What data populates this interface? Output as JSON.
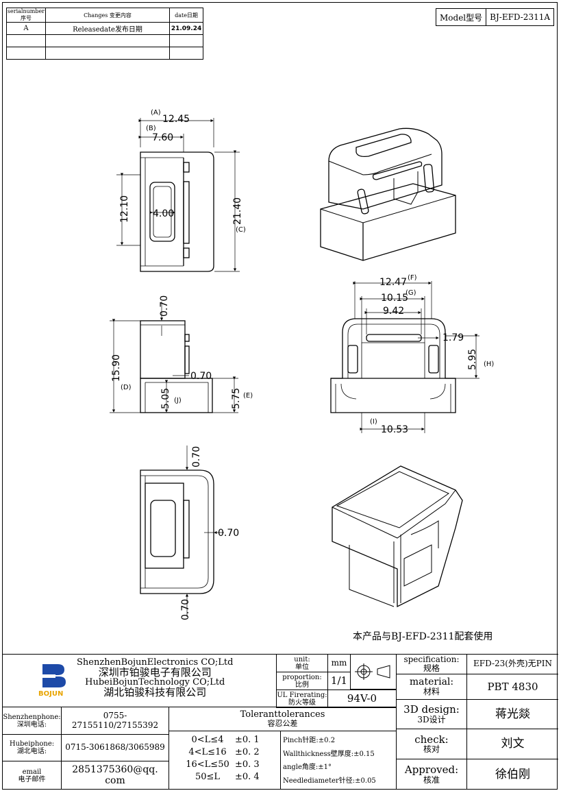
{
  "revision": {
    "headers": [
      "serialnumber序号",
      "Changes 变更内容",
      "date日期"
    ],
    "rows": [
      [
        "A",
        "Releasedate发布日期",
        "21.09.24"
      ],
      [
        "",
        "",
        ""
      ],
      [
        "",
        "",
        ""
      ]
    ]
  },
  "model": {
    "label": "Model型号",
    "value": "BJ-EFD-2311A"
  },
  "dims": {
    "a": "12.45",
    "a_tag": "(A)",
    "b": "7.60",
    "b_tag": "(B)",
    "h": "12.10",
    "w": "4.00",
    "c": "21.40",
    "c_tag": "(C)",
    "s1": "0.70",
    "d": "15.90",
    "d_tag": "(D)",
    "s2": "0.70",
    "j": "5.05",
    "j_tag": "(J)",
    "e": "5.75",
    "e_tag": "(E)",
    "f": "12.47",
    "f_tag": "(F)",
    "g": "10.15",
    "g_tag": "(G)",
    "k": "9.42",
    "m": "1.79",
    "hh": "5.95",
    "hh_tag": "(H)",
    "i": "10.53",
    "i_tag": "(I)",
    "t1": "0.70",
    "t2": "0.70",
    "t3": "0.70"
  },
  "note": "本产品与BJ-EFD-2311配套使用",
  "title_block": {
    "logo_text": "BOJUN",
    "company": [
      "ShenzhenBojunElectronics CO;Ltd",
      "深圳市铂骏电子有限公司",
      "HubeiBojunTechnology CO;Ltd",
      "湖北铂骏科技有限公司"
    ],
    "unit_label": "unit:",
    "unit_cn": "单位",
    "unit_value": "mm",
    "proportion_label": "proportion:",
    "proportion_cn": "比例",
    "proportion_value": "1/1",
    "ul_label": "UL Firerating:",
    "ul_cn": "防火等级",
    "ul_value": "94V-0",
    "spec_label": "specification:",
    "spec_cn": "规格",
    "spec_value": "EFD-23(外壳)无PIN",
    "material_label": "material:",
    "material_cn": "材料",
    "material_value": "PBT 4830",
    "design_label": "3D design:",
    "design_cn": "3D设计",
    "design_value": "蒋光燚",
    "check_label": "check:",
    "check_cn": "核对",
    "check_value": "刘文",
    "approved_label": "Approved:",
    "approved_cn": "核准",
    "approved_value": "徐伯刚",
    "contacts": [
      {
        "label": "Shenzhenphone:",
        "label_cn": "深圳电话:",
        "value": "0755-27155110/27155392"
      },
      {
        "label": "Hubeiphone:",
        "label_cn": "湖北电话:",
        "value": "0715-3061868/3065989"
      },
      {
        "label": "email",
        "label_cn": "电子邮件",
        "value": "2851375360@qq. com"
      }
    ],
    "tol_title": "Toleranttolerances",
    "tol_cn": "容忍公差",
    "tol_rows": [
      {
        "range": "0<L≤4",
        "tol": "±0. 1"
      },
      {
        "range": "4<L≤16",
        "tol": "±0. 2"
      },
      {
        "range": "16<L≤50",
        "tol": "±0. 3"
      },
      {
        "range": "50≤L",
        "tol": "±0. 4"
      }
    ],
    "tol_notes": [
      "Pinch针距:±0.2",
      "Wallthickness壁厚度:±0.15",
      "angle角度:±1°",
      "Needlediameter针径:±0.05"
    ]
  }
}
